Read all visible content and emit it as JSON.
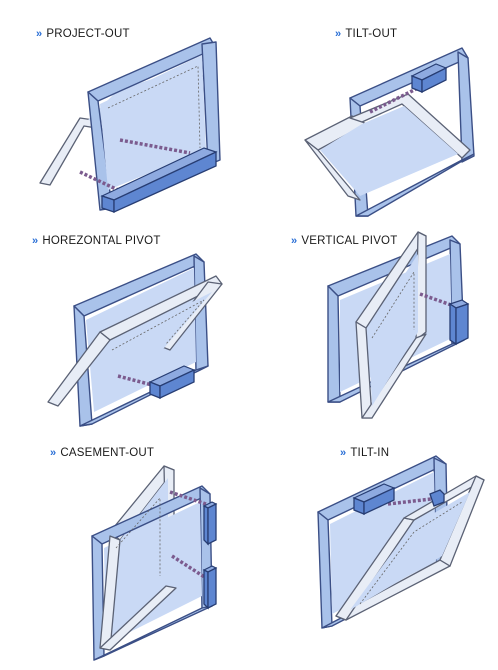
{
  "panels": [
    {
      "label": "PROJECT-OUT"
    },
    {
      "label": "TILT-OUT"
    },
    {
      "label": "HOREZONTAL PIVOT"
    },
    {
      "label": "VERTICAL PIVOT"
    },
    {
      "label": "CASEMENT-OUT"
    },
    {
      "label": "TILT-IN"
    }
  ],
  "bullet_glyph": "»",
  "colors": {
    "frame": "#a9c2ea",
    "sash": "#e8edf6",
    "motor": "#5e86d1",
    "chain": "#7b5b8e",
    "bullet": "#2a6fd6"
  }
}
